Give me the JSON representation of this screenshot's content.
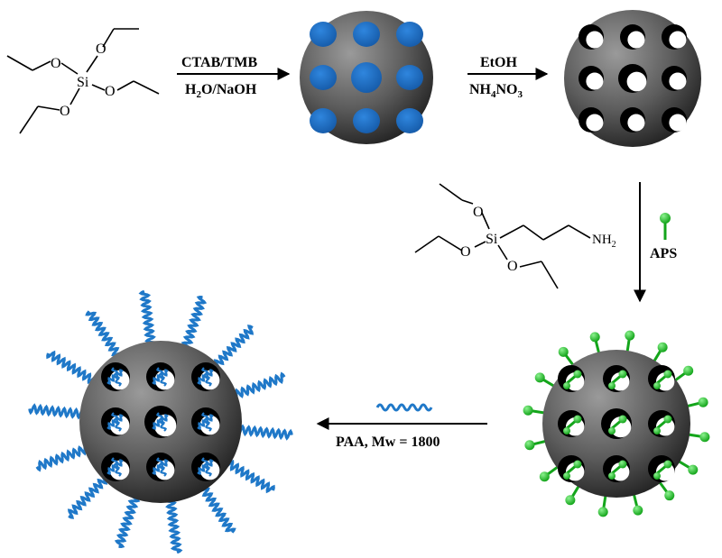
{
  "teos": {
    "si": "Si",
    "o1": "O",
    "o2": "O",
    "o3": "O",
    "o4": "O"
  },
  "step1": {
    "line1": "CTAB/TMB",
    "line2_main": "H",
    "line2_sub": "2",
    "line2_rest": "O/NaOH"
  },
  "step2": {
    "line1": "EtOH",
    "line2_main": "NH",
    "line2_sub": "4",
    "line2_mid": "NO",
    "line2_sub2": "3"
  },
  "aptes": {
    "si": "Si",
    "o1": "O",
    "o2": "O",
    "o3": "O",
    "nh_main": "NH",
    "nh_sub": "2"
  },
  "step3": {
    "label": "APS"
  },
  "step4": {
    "label": "PAA, Mw = 1800"
  },
  "colors": {
    "sphere": "#5a5a5a",
    "ctab_pore": "#1d6fc4",
    "aps_green": "#22c22a",
    "paa_blue": "#1f78c8",
    "arrow": "#000000"
  }
}
